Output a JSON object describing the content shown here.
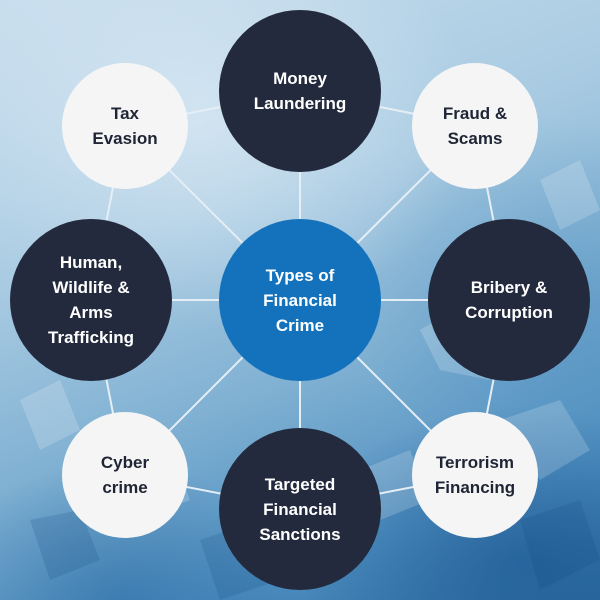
{
  "diagram": {
    "center": {
      "label": "Types of\nFinancial\nCrime"
    },
    "nodes": [
      {
        "id": "money-laundering",
        "label": "Money\nLaundering",
        "style": "dark"
      },
      {
        "id": "fraud-scams",
        "label": "Fraud &\nScams",
        "style": "light"
      },
      {
        "id": "bribery-corruption",
        "label": "Bribery &\nCorruption",
        "style": "dark"
      },
      {
        "id": "terrorism-financing",
        "label": "Terrorism\nFinancing",
        "style": "light"
      },
      {
        "id": "targeted-financial-sanctions",
        "label": "Targeted\nFinancial\nSanctions",
        "style": "dark"
      },
      {
        "id": "cyber-crime",
        "label": "Cyber\ncrime",
        "style": "light"
      },
      {
        "id": "trafficking",
        "label": "Human,\nWildlife &\nArms\nTrafficking",
        "style": "dark"
      },
      {
        "id": "tax-evasion",
        "label": "Tax\nEvasion",
        "style": "light"
      }
    ]
  },
  "colors": {
    "dark_node": "#232a3d",
    "light_node": "#f5f5f5",
    "center_node": "#1372bb",
    "connector": "#e6eef5"
  }
}
